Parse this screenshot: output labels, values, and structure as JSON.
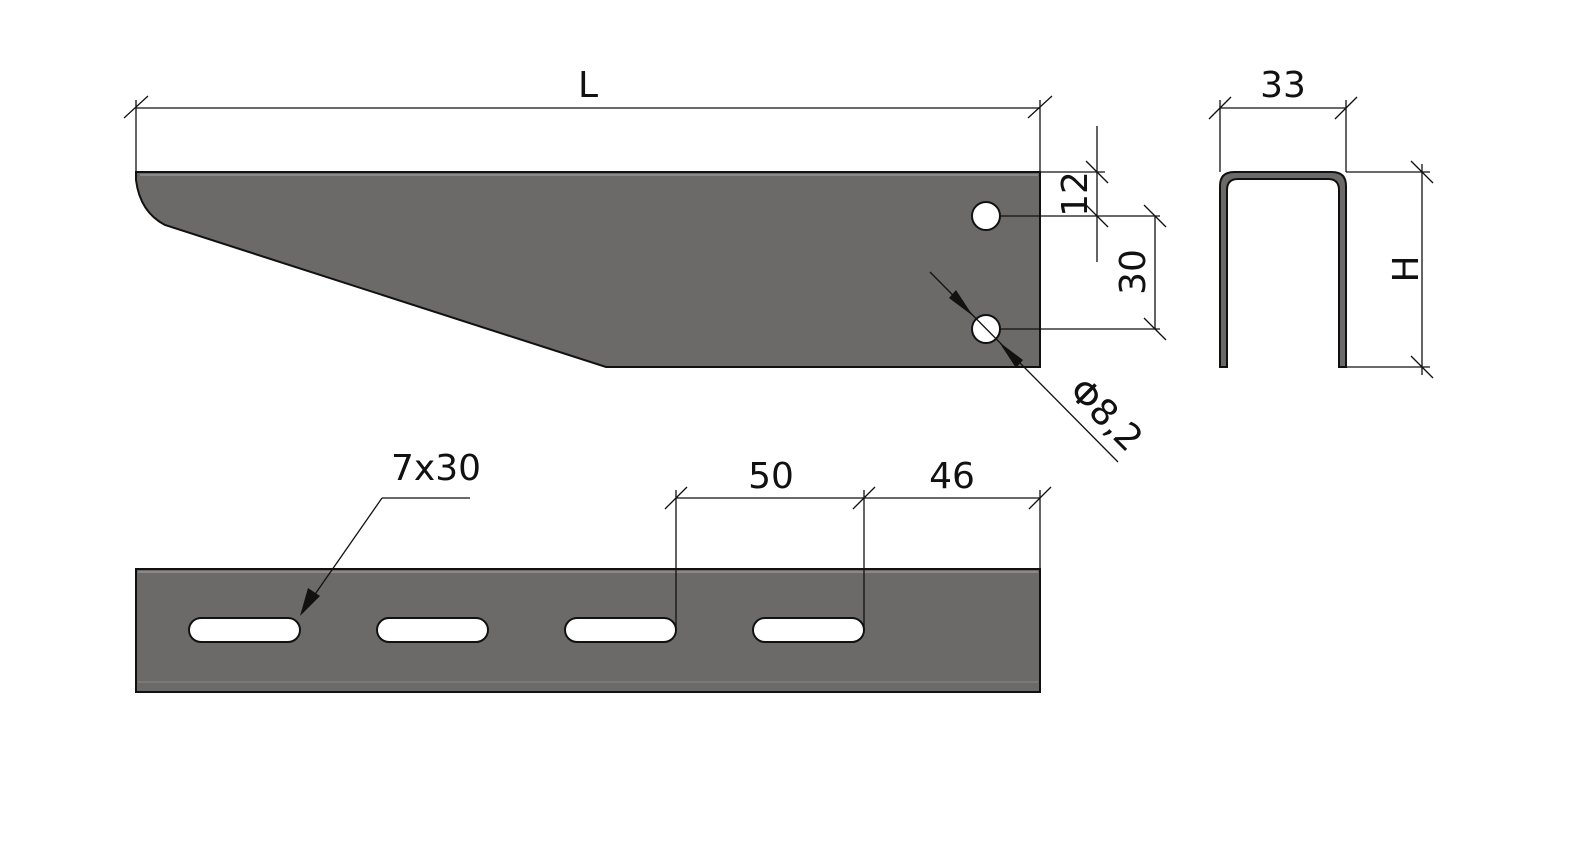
{
  "colors": {
    "part_fill": "#6b6a69",
    "hole_fill": "#ffffff",
    "line": "#111111",
    "background": "#ffffff"
  },
  "dimensions": {
    "length": "L",
    "width": "33",
    "height": "H",
    "hole_offset": "12",
    "hole_spacing": "30",
    "hole_diameter": "Φ8,2",
    "slot_size": "7x30",
    "slot_pitch": "50",
    "slot_end_offset": "46"
  },
  "views": {
    "side": {
      "hole_count": 2
    },
    "top": {
      "slot_count": 4
    },
    "end": {
      "profile": "U-channel"
    }
  }
}
